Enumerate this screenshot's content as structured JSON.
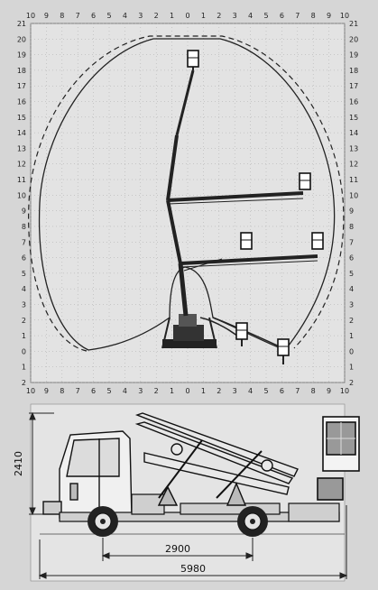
{
  "outreach_diagram": {
    "x_ticks": [
      "10",
      "9",
      "8",
      "7",
      "6",
      "5",
      "4",
      "3",
      "2",
      "1",
      "0",
      "1",
      "2",
      "3",
      "4",
      "5",
      "6",
      "7",
      "8",
      "9",
      "10"
    ],
    "y_ticks": [
      "21",
      "20",
      "19",
      "18",
      "17",
      "16",
      "15",
      "14",
      "13",
      "12",
      "11",
      "10",
      "9",
      "8",
      "7",
      "6",
      "5",
      "4",
      "3",
      "2",
      "1",
      "0",
      "1",
      "2"
    ]
  },
  "truck_drawing": {
    "height_label": "2410",
    "wheelbase_label": "2900",
    "length_label": "5980"
  }
}
